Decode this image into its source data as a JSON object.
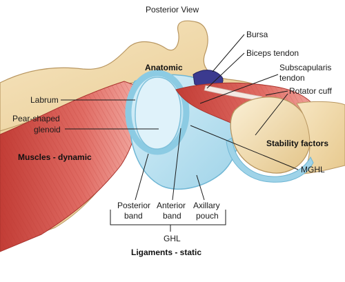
{
  "figure": {
    "title": "Posterior View",
    "labels": {
      "bursa": "Bursa",
      "biceps_tendon": "Biceps tendon",
      "subscapularis_line1": "Subscapularis",
      "subscapularis_line2": "tendon",
      "rotator_cuff": "Rotator cuff",
      "anatomic": "Anatomic",
      "labrum": "Labrum",
      "pear_glenoid_line1": "Pear-shaped",
      "pear_glenoid_line2": "glenoid",
      "stability_factors": "Stability factors",
      "muscles_dynamic": "Muscles - dynamic",
      "mghl": "MGHL",
      "posterior_band_line1": "Posterior",
      "posterior_band_line2": "band",
      "anterior_band_line1": "Anterior",
      "anterior_band_line2": "band",
      "axillary_pouch_line1": "Axillary",
      "axillary_pouch_line2": "pouch",
      "ghl": "GHL",
      "ligaments_static": "Ligaments - static"
    },
    "colors": {
      "bone": "#f2d9a8",
      "bone_outline": "#b89660",
      "muscle": "#d9534f",
      "muscle_light": "#e8918b",
      "capsule": "#bfe4f2",
      "capsule_dark": "#8ccbe3",
      "bursa": "#3b3a8f"
    }
  }
}
